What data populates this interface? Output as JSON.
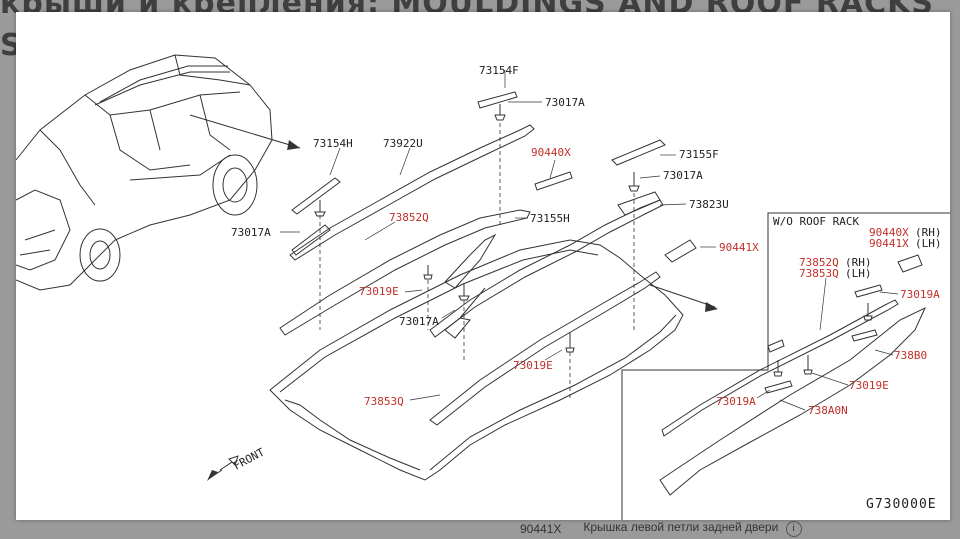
{
  "background_title": {
    "line1": "крыши и крепления: MOULDINGS AND ROOF RACKS",
    "line2": "S"
  },
  "diagram": {
    "code": "G730000E",
    "front_label": "FRONT",
    "inset_title": "W/O ROOF RACK",
    "labels": {
      "p73154F": "73154F",
      "p73017A_top": "73017A",
      "p73154H": "73154H",
      "p73922U": "73922U",
      "p90440X": "90440X",
      "p73155F": "73155F",
      "p73017A_right": "73017A",
      "p73823U": "73823U",
      "p73852Q": "73852Q",
      "p73155H": "73155H",
      "p73017A_left": "73017A",
      "p90441X": "90441X",
      "p73019E_a": "73019E",
      "p73017A_mid": "73017A",
      "p73019E_b": "73019E",
      "p73853Q": "73853Q",
      "inset_90440X": "90440X",
      "inset_rh": "(RH)",
      "inset_90441X": "90441X",
      "inset_lh": "(LH)",
      "inset_73852Q": "73852Q",
      "inset_73853Q": "73853Q",
      "inset_73019A_top": "73019A",
      "inset_738B0": "738B0",
      "inset_73019E": "73019E",
      "inset_73019A_bottom": "73019A",
      "inset_738A0N": "738A0N"
    }
  },
  "footer": {
    "part_number": "90441X",
    "description": "Крышка левой петли задней двери",
    "info_icon": "info-icon"
  },
  "colors": {
    "label_black": "#222222",
    "label_red": "#c0302a",
    "line": "#333333"
  }
}
